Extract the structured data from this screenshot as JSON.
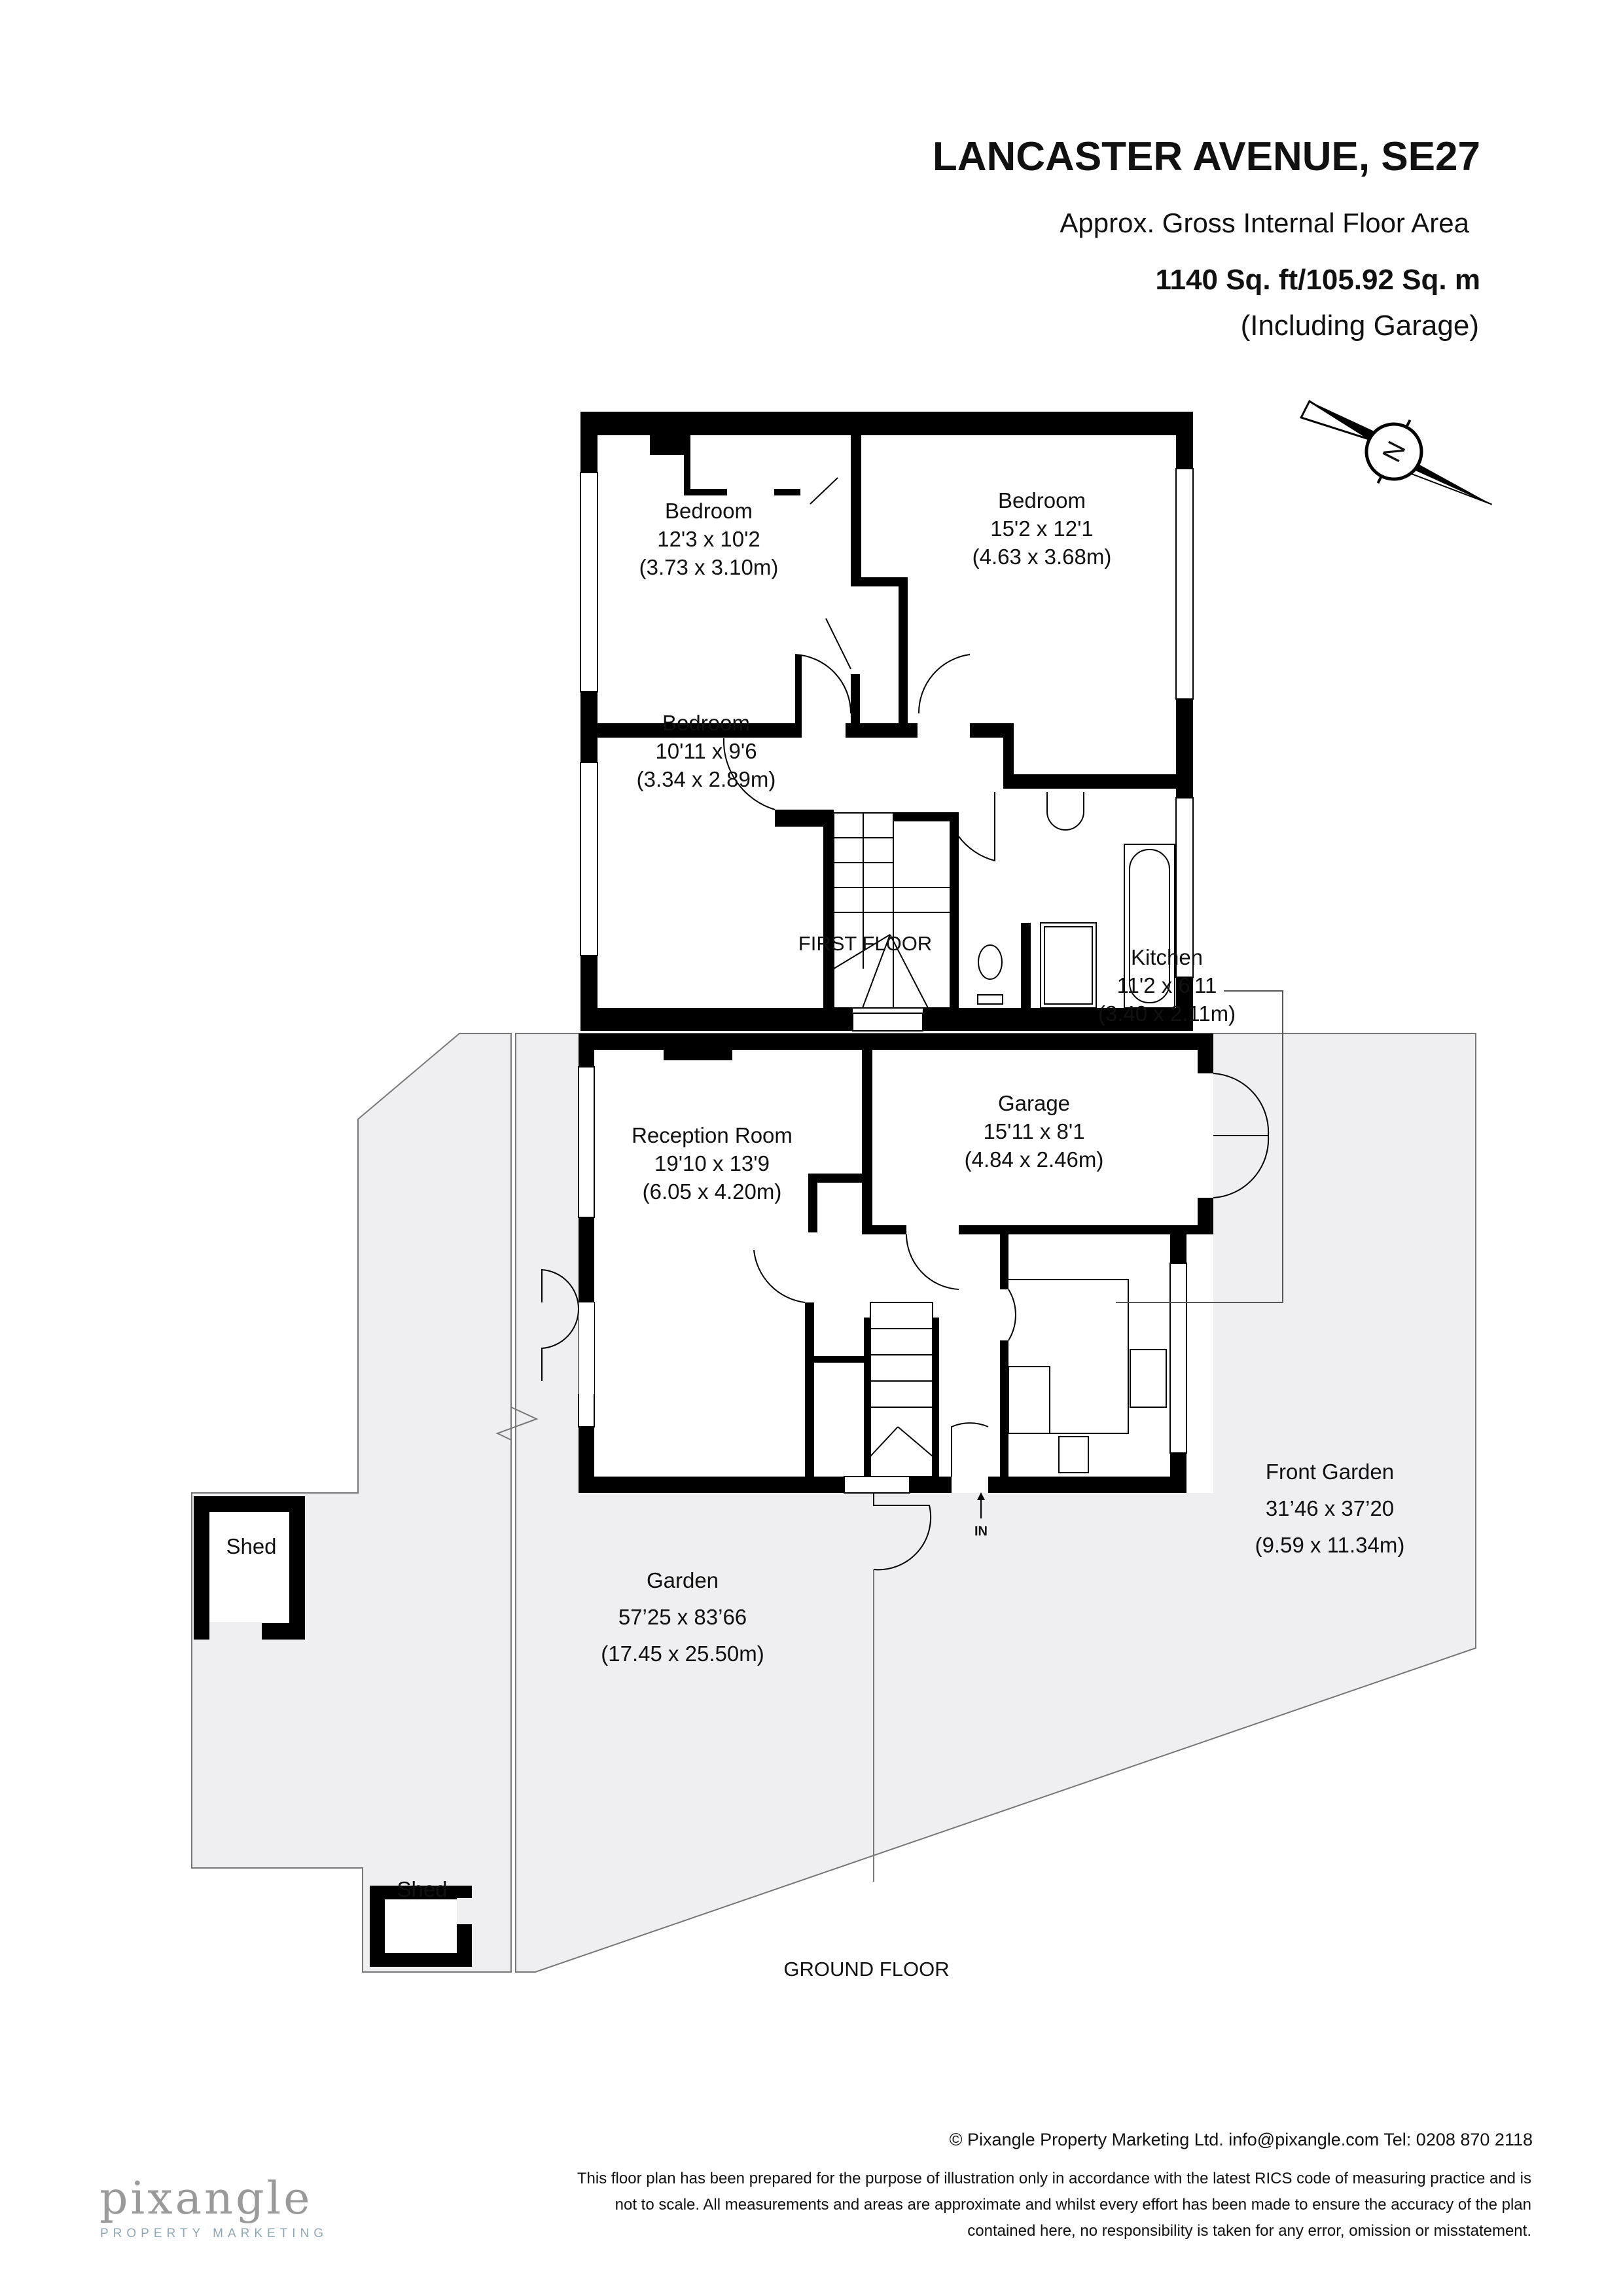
{
  "header": {
    "title": "LANCASTER AVENUE, SE27",
    "area_label": "Approx. Gross Internal Floor Area",
    "area_value": "1140 Sq. ft/105.92 Sq. m",
    "area_note": "(Including Garage)"
  },
  "compass": {
    "letter": "N",
    "icon": "north-arrow-icon"
  },
  "first_floor": {
    "label": "FIRST FLOOR",
    "rooms": [
      {
        "name": "Bedroom",
        "imperial": "12'3 x 10'2",
        "metric": "(3.73 x 3.10m)"
      },
      {
        "name": "Bedroom",
        "imperial": "15'2 x 12'1",
        "metric": "(4.63 x 3.68m)"
      },
      {
        "name": "Bedroom",
        "imperial": "10'11 x 9'6",
        "metric": "(3.34 x 2.89m)"
      }
    ]
  },
  "ground_floor": {
    "label": "GROUND FLOOR",
    "entrance": "IN",
    "rooms": [
      {
        "name": "Reception Room",
        "imperial": "19'10 x 13'9",
        "metric": "(6.05 x 4.20m)"
      },
      {
        "name": "Garage",
        "imperial": "15'11 x 8'1",
        "metric": "(4.84 x 2.46m)"
      },
      {
        "name": "Kitchen",
        "imperial": "11'2 x 6'11",
        "metric": "(3.40 x 2.11m)"
      },
      {
        "name": "Front Garden",
        "imperial": "31’46 x 37’20",
        "metric": "(9.59 x 11.34m)"
      },
      {
        "name": "Garden",
        "imperial": "57’25 x 83’66",
        "metric": "(17.45 x 25.50m)"
      },
      {
        "name": "Shed"
      },
      {
        "name": "Shed"
      }
    ]
  },
  "footer": {
    "copyright": "© Pixangle Property Marketing Ltd. info@pixangle.com Tel: 0208 870 2118",
    "disclaimer": [
      "This floor plan has been prepared for the purpose of illustration only in accordance with the latest RICS code of measuring practice and is",
      "not to scale. All measurements and areas are approximate and whilst every effort has been made to ensure the accuracy of the plan",
      "contained here, no responsibility is taken for any error, omission or misstatement."
    ],
    "logo": {
      "name": "pixangle",
      "tagline": "PROPERTY MARKETING",
      "accent": "#8fa9b3"
    }
  },
  "colors": {
    "wall": "#000000",
    "garden": "#efeff1"
  }
}
